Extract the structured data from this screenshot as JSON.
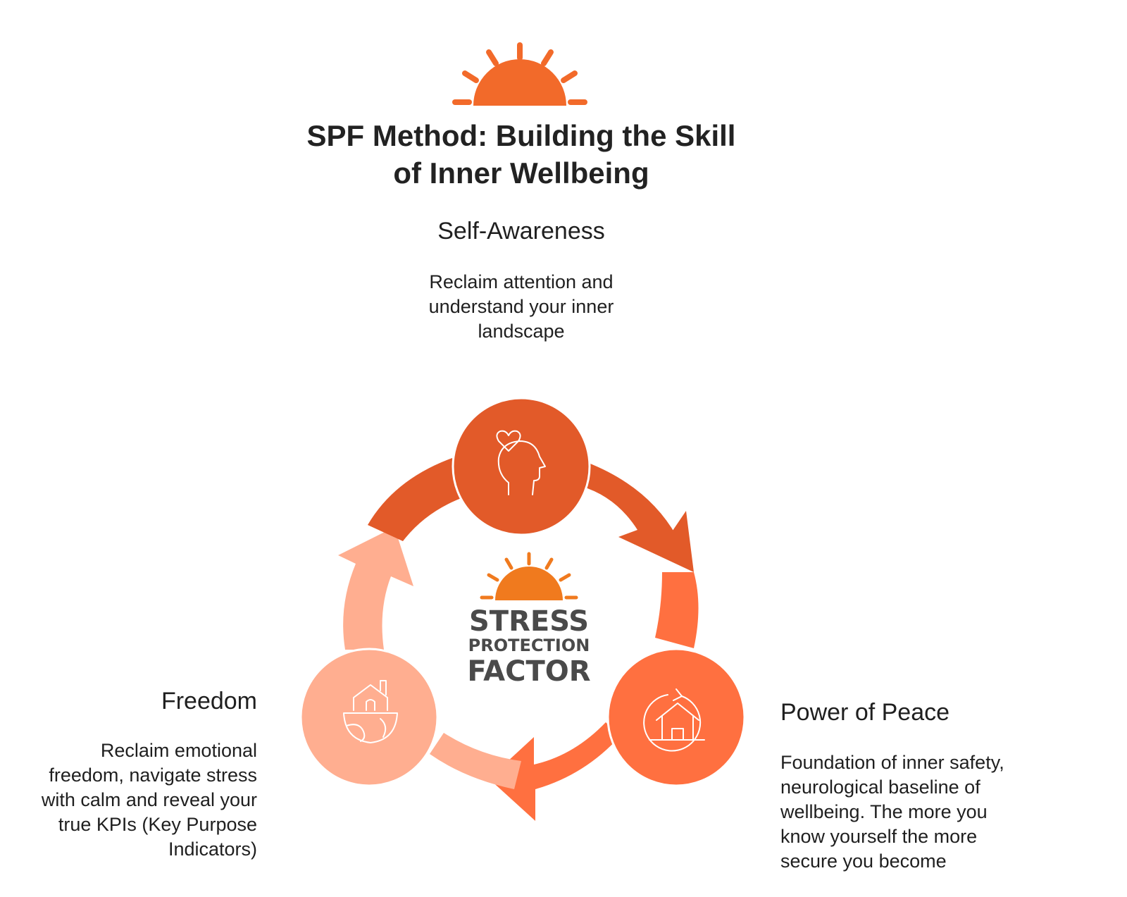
{
  "title": {
    "line1": "SPF Method: Building the Skill",
    "line2": "of Inner Wellbeing"
  },
  "center_logo": {
    "line1": "STRESS",
    "line2": "PROTECTION",
    "line3": "FACTOR"
  },
  "stages": {
    "self_awareness": {
      "heading": "Self-Awareness",
      "desc_lines": [
        "Reclaim attention and",
        "understand your inner",
        "landscape"
      ],
      "icon": "head-heart-icon",
      "color": "#E25A29"
    },
    "power_of_peace": {
      "heading": "Power of Peace",
      "desc_lines": [
        "Foundation of inner safety,",
        "neurological baseline of",
        "wellbeing. The more you",
        "know yourself the more",
        "secure you become"
      ],
      "icon": "house-refresh-icon",
      "color": "#FF7040"
    },
    "freedom": {
      "heading": "Freedom",
      "desc_lines": [
        "Reclaim emotional",
        "freedom, navigate stress",
        "with calm and reveal your",
        "true KPIs (Key Purpose",
        "Indicators)"
      ],
      "icon": "house-on-island-icon",
      "color": "#FFAE90"
    }
  },
  "colors": {
    "sun": "#F26A2A",
    "logo_sun": "#F07A1E",
    "logo_text": "#4A4A4A"
  }
}
